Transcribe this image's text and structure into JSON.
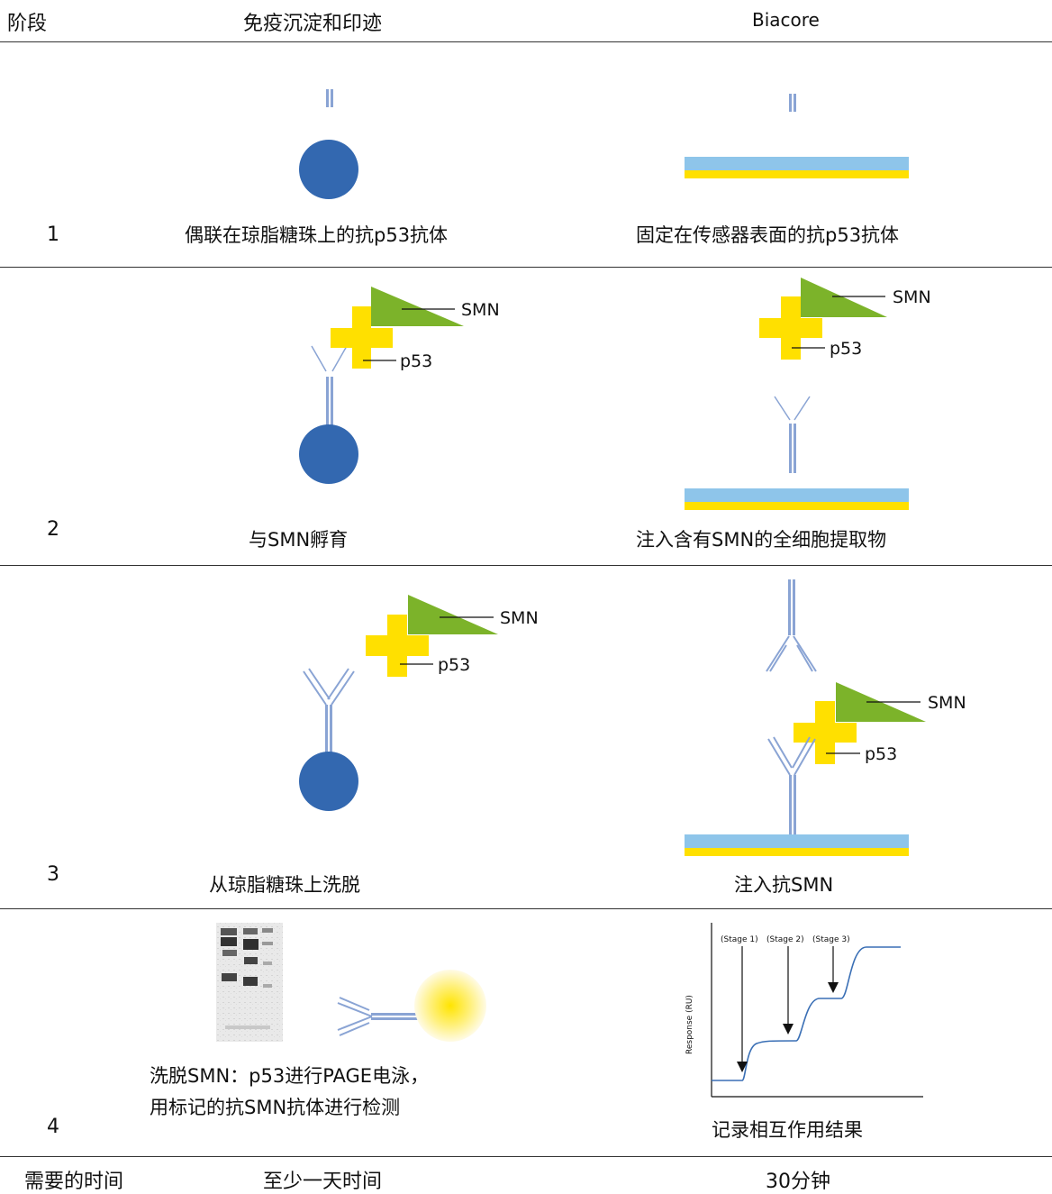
{
  "header": {
    "stage": "阶段",
    "ip": "免疫沉淀和印迹",
    "biacore": "Biacore"
  },
  "rows": [
    {
      "num": "1",
      "ip_caption": "偶联在琼脂糖珠上的抗p53抗体",
      "biacore_caption": "固定在传感器表面的抗p53抗体"
    },
    {
      "num": "2",
      "ip_caption": "与SMN孵育",
      "biacore_caption": "注入含有SMN的全细胞提取物"
    },
    {
      "num": "3",
      "ip_caption": "从琼脂糖珠上洗脱",
      "biacore_caption": "注入抗SMN"
    },
    {
      "num": "4",
      "ip_caption_line1": "洗脱SMN：p53进行PAGE电泳，",
      "ip_caption_line2": "用标记的抗SMN抗体进行检测",
      "biacore_caption": "记录相互作用结果"
    }
  ],
  "labels": {
    "smn": "SMN",
    "p53": "p53"
  },
  "sensorgram": {
    "ylabel": "Response (RU)",
    "stages": [
      "(Stage 1)",
      "(Stage 2)",
      "(Stage 3)"
    ]
  },
  "footer": {
    "label": "需要的时间",
    "ip_time": "至少一天时间",
    "biacore_time": "30分钟"
  },
  "colors": {
    "bead": "#3368b0",
    "antibody": "#8aa4d4",
    "antigen_p53": "#ffe000",
    "smn": "#7cb32a",
    "sensor_top": "#8ec5ea",
    "sensor_bottom": "#ffe000",
    "curve": "#3a6fb5"
  }
}
